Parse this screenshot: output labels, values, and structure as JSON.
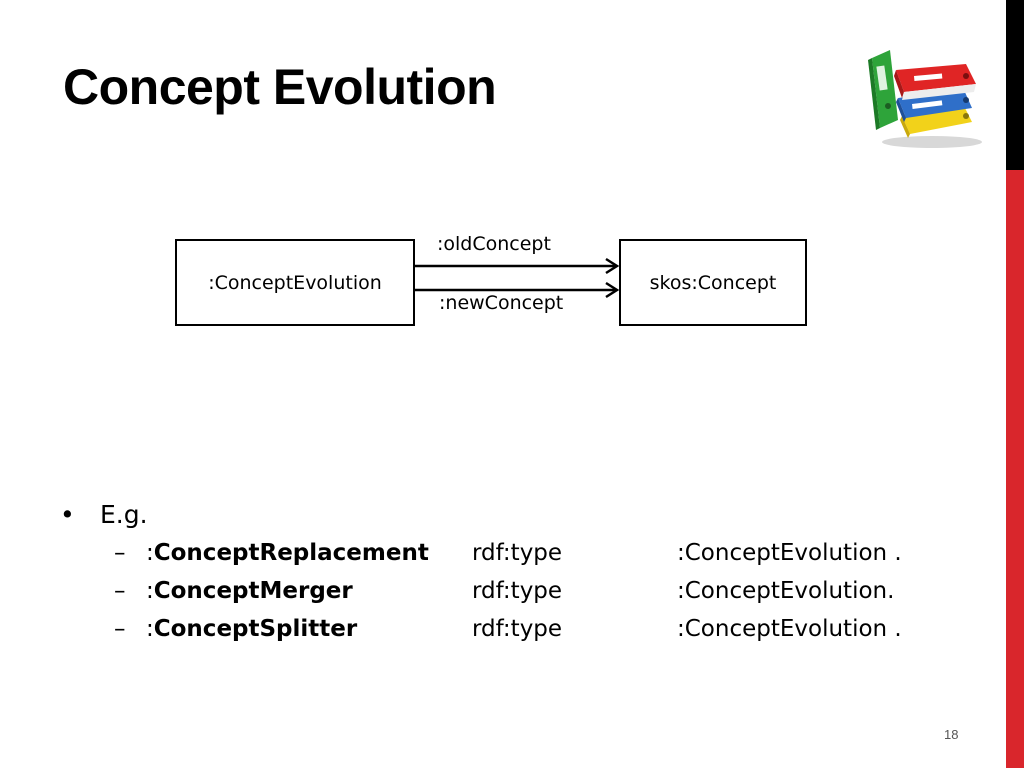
{
  "slide": {
    "title": "Concept Evolution",
    "page_number": "18",
    "colors": {
      "accent_red": "#d9262c",
      "edge_black": "#000000"
    },
    "decorative_image": "stacked-binders-icon"
  },
  "diagram": {
    "source_node": ":ConceptEvolution",
    "target_node": "skos:Concept",
    "edges": [
      {
        "label": ":oldConcept"
      },
      {
        "label": ":newConcept"
      }
    ]
  },
  "bullets": {
    "intro": "E.g.",
    "items": [
      {
        "prefix": ":",
        "name": "ConceptReplacement",
        "predicate": "rdf:type",
        "object": ":ConceptEvolution ."
      },
      {
        "prefix": ":",
        "name": "ConceptMerger",
        "predicate": "rdf:type",
        "object": ":ConceptEvolution."
      },
      {
        "prefix": ":",
        "name": "ConceptSplitter",
        "predicate": "rdf:type",
        "object": ":ConceptEvolution ."
      }
    ]
  }
}
